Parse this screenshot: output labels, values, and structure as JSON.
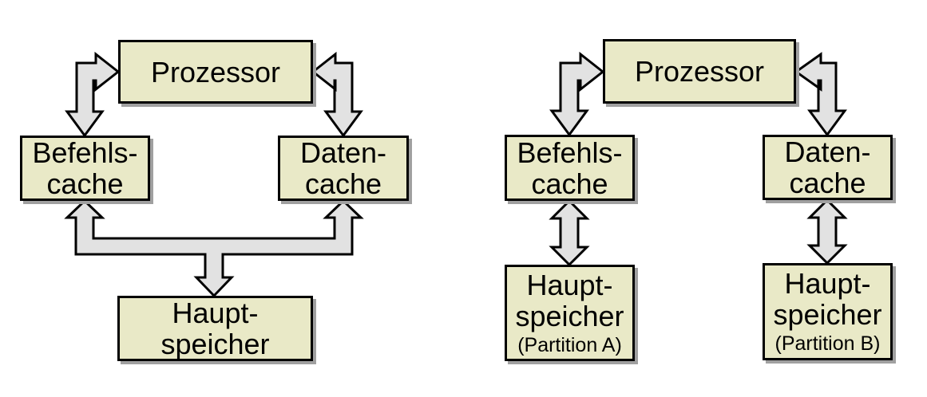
{
  "colors": {
    "background": "#ffffff",
    "box_fill": "#e9e9c7",
    "box_border": "#000000",
    "box_shadow": "#a0a0a0",
    "arrow_fill": "#e2e2e2",
    "arrow_outline": "#000000",
    "text": "#000000"
  },
  "left_diagram": {
    "processor_label": "Prozessor",
    "instruction_cache_label": "Befehls-\ncache",
    "data_cache_label": "Daten-\ncache",
    "main_memory_label": "Haupt-\nspeicher"
  },
  "right_diagram": {
    "processor_label": "Prozessor",
    "instruction_cache_label": "Befehls-\ncache",
    "data_cache_label": "Daten-\ncache",
    "main_memory_a_label": "Haupt-\nspeicher",
    "main_memory_a_partition": "(Partition A)",
    "main_memory_b_label": "Haupt-\nspeicher",
    "main_memory_b_partition": "(Partition B)"
  }
}
